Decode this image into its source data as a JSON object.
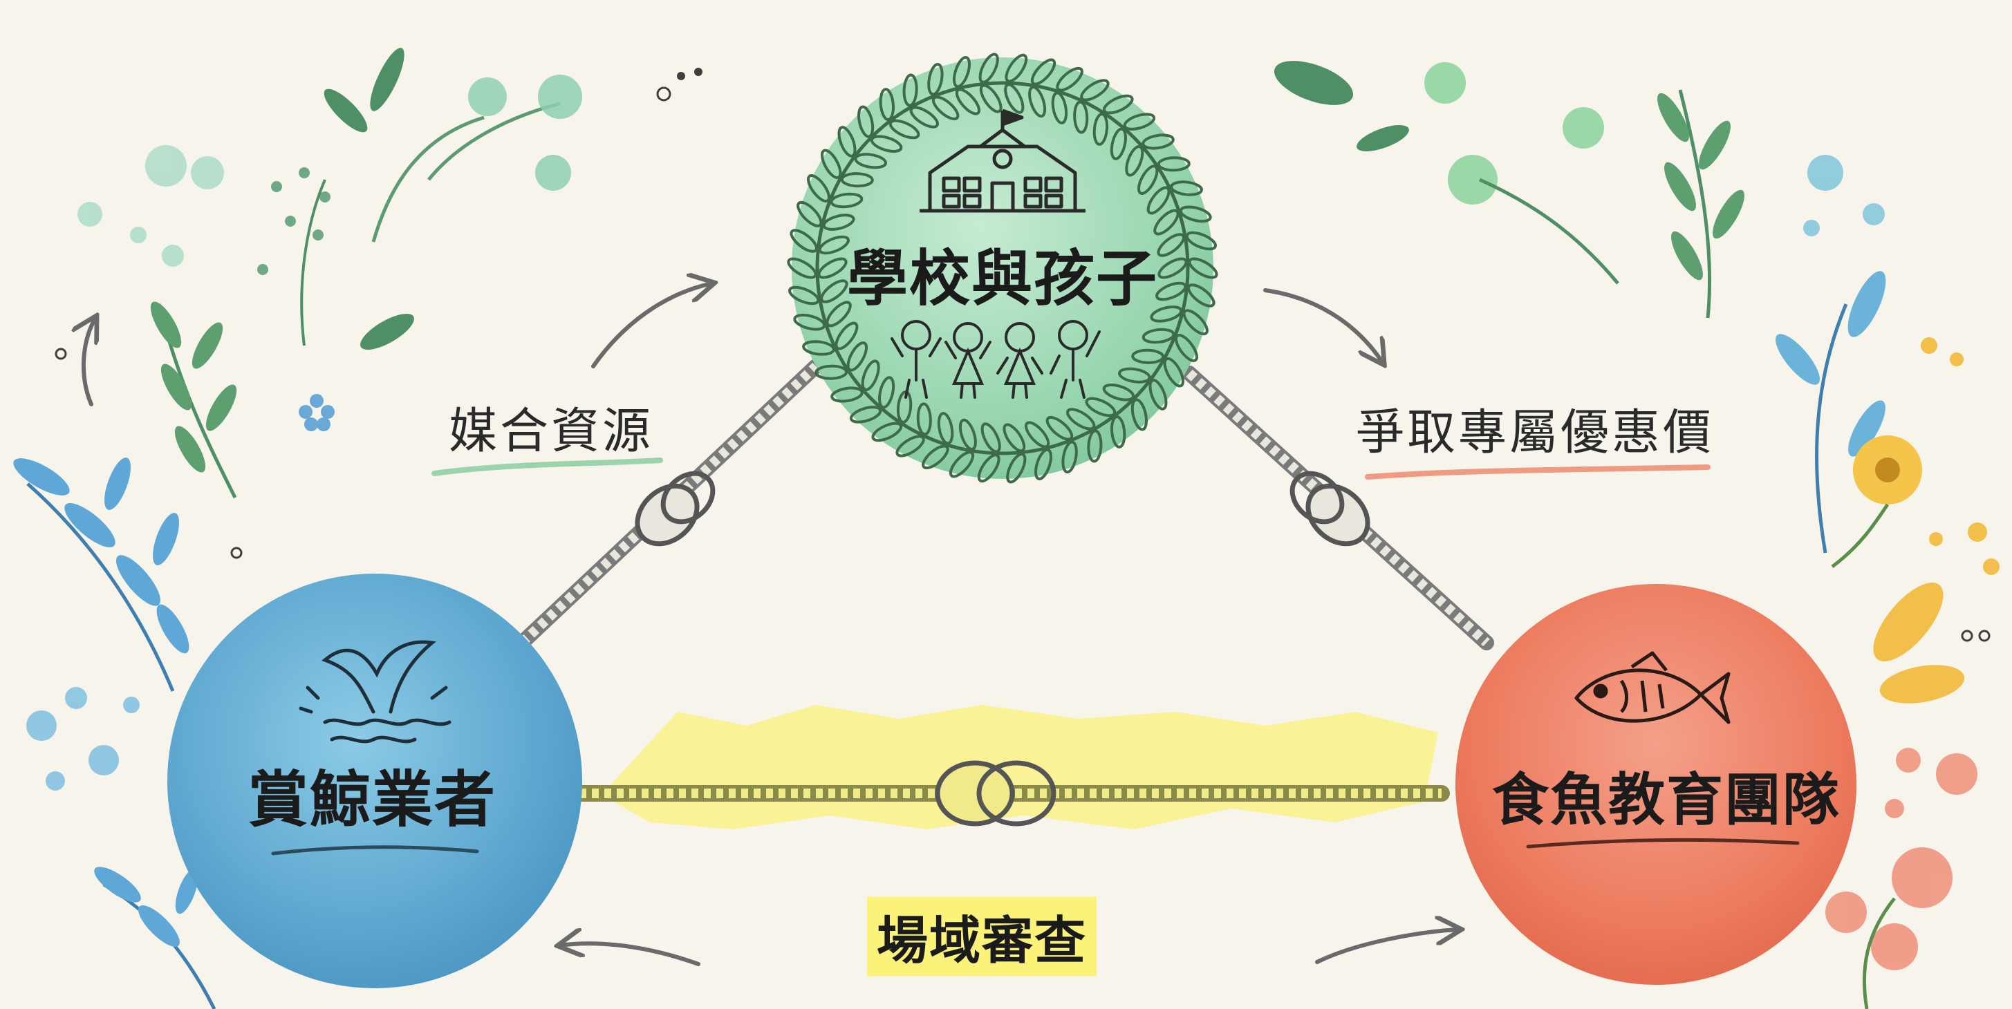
{
  "nodes": {
    "school": {
      "label": "學校與孩子",
      "color": "#9fd8b6",
      "icon": "school-building-icon"
    },
    "whale": {
      "label": "賞鯨業者",
      "color": "#5fa8cf",
      "icon": "whale-tail-icon"
    },
    "fish": {
      "label": "食魚教育團隊",
      "color": "#ec7b5f",
      "icon": "fish-icon"
    }
  },
  "edges": {
    "left": {
      "label": "媒合資源"
    },
    "right": {
      "label": "爭取專屬優惠價"
    },
    "bottom": {
      "label": "場域審查"
    }
  },
  "colors": {
    "highlight": "#fbf27a",
    "left_underline": "#9bd3ad",
    "right_underline": "#ef9a82",
    "ink": "#2f2f2f"
  }
}
